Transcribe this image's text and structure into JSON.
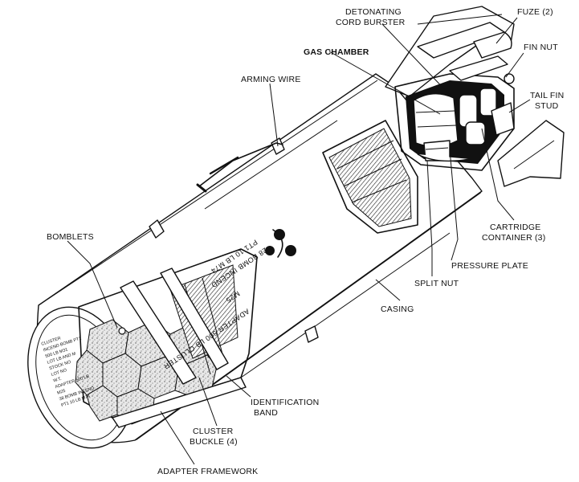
{
  "labels": {
    "detonating_cord_burster_1": "DETONATING",
    "detonating_cord_burster_2": "CORD BURSTER",
    "fuze": "FUZE (2)",
    "fin_nut": "FIN NUT",
    "gas_chamber": "GAS CHAMBER",
    "tail_fin_stud_1": "TAIL FIN",
    "tail_fin_stud_2": "STUD",
    "arming_wire": "ARMING WIRE",
    "bomblets": "BOMBLETS",
    "cartridge_container_1": "CARTRIDGE",
    "cartridge_container_2": "CONTAINER (3)",
    "pressure_plate": "PRESSURE PLATE",
    "split_nut": "SPLIT NUT",
    "casing": "CASING",
    "identification_band_1": "IDENTIFICATION",
    "identification_band_2": "BAND",
    "cluster_buckle_1": "CLUSTER",
    "cluster_buckle_2": "BUCKLE (4)",
    "adapter_framework": "ADAPTER FRAMEWORK"
  },
  "stencil": {
    "side_1": "28 BOMB INCEND",
    "side_2": "PT1 10 LB M74",
    "side_3": "M25",
    "side_4": "ADAPTER 500 LB CLUSTER"
  },
  "end_plate": {
    "line_1": "CLUSTER",
    "line_2": "INCEND BOMB PT1",
    "line_3": "500 LB M31",
    "line_4": "LOT LB AND M",
    "line_5": "STOCK NO",
    "line_6": "LOT NO",
    "line_7": "W.T.",
    "line_8": "ADAPTER 500 LB",
    "line_9": "M25",
    "line_10": "38 BOMB INCEND",
    "line_11": "PT1 10 LB M74"
  }
}
